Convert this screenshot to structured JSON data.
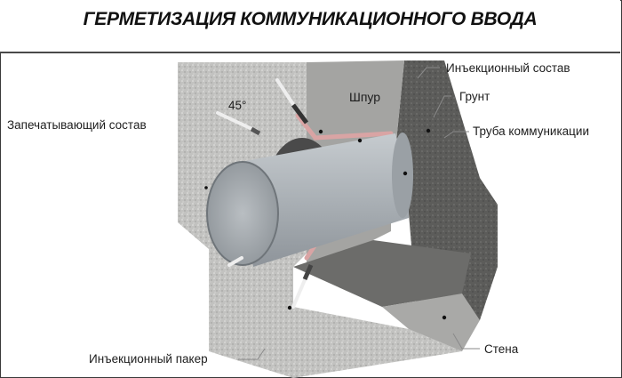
{
  "title": "ГЕРМЕТИЗАЦИЯ КОММУНИКАЦИОННОГО ВВОДА",
  "labels": {
    "injection_compound": "Инъекционный состав",
    "soil": "Грунт",
    "pipe": "Труба коммуникации",
    "sealing_compound": "Запечатывающий состав",
    "borehole": "Шпур",
    "angle": "45°",
    "injection_packer": "Инъекционный пакер",
    "wall": "Стена"
  },
  "colors": {
    "concrete_light": "#bdbdbb",
    "concrete_cut": "#9e9e9c",
    "soil_dark": "#5a5a58",
    "pipe": "#a9afb4",
    "injection_pink": "#d9a4a4",
    "border": "#3a3a3a"
  }
}
